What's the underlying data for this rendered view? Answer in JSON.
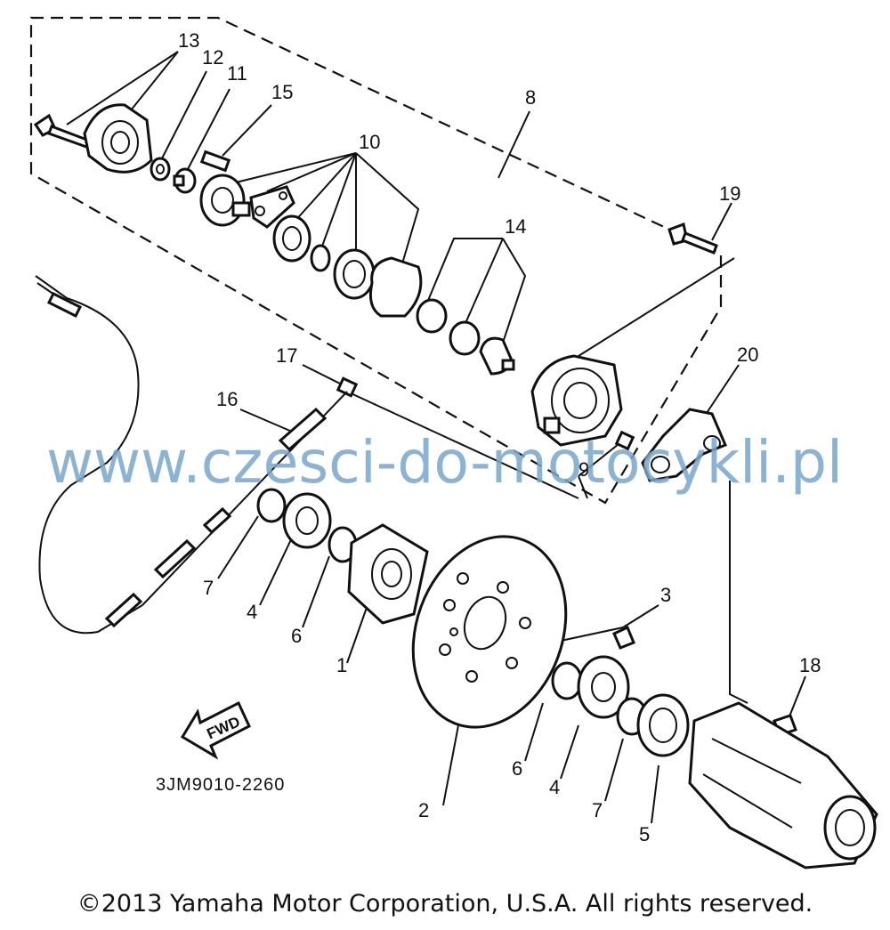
{
  "diagram": {
    "callouts": {
      "c1": "1",
      "c2": "2",
      "c3": "3",
      "c4a": "4",
      "c4b": "4",
      "c5": "5",
      "c6a": "6",
      "c6b": "6",
      "c7a": "7",
      "c7b": "7",
      "c8": "8",
      "c9": "9",
      "c10": "10",
      "c11": "11",
      "c12": "12",
      "c13": "13",
      "c14": "14",
      "c15": "15",
      "c16": "16",
      "c17": "17",
      "c18": "18",
      "c19": "19",
      "c20": "20"
    },
    "diagram_code": "3JM9010-2260",
    "fwd_label": "FWD"
  },
  "watermark": "www.czesci-do-motocykli.pl",
  "copyright": "©2013 Yamaha Motor Corporation, U.S.A. All rights reserved."
}
